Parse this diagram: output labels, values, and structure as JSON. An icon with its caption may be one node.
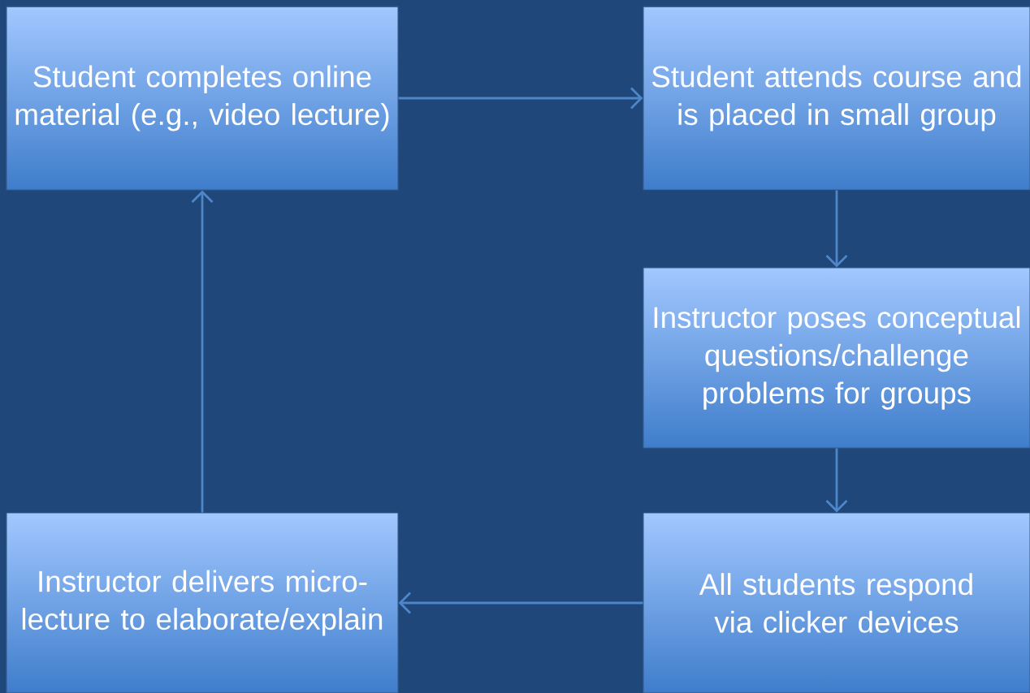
{
  "diagram": {
    "nodes": [
      {
        "text": [
          "Student completes online material (e.g., video lecture)"
        ]
      },
      {
        "text": [
          "Student attends course and is placed in small group"
        ]
      },
      {
        "text": [
          "Instructor poses conceptual questions/challenge problems for groups"
        ]
      },
      {
        "text": [
          "All students respond via clicker devices"
        ]
      },
      {
        "text": [
          "Instructor delivers micro-lecture to elaborate/explain"
        ]
      }
    ],
    "edges": [
      {
        "from": 0,
        "to": 1,
        "arrow": "to"
      },
      {
        "from": 1,
        "to": 2,
        "arrow": "to"
      },
      {
        "from": 2,
        "to": 3,
        "arrow": "to"
      },
      {
        "from": 3,
        "to": 4,
        "arrow": "to"
      },
      {
        "from": 4,
        "to": 0,
        "arrow": "to"
      }
    ]
  }
}
